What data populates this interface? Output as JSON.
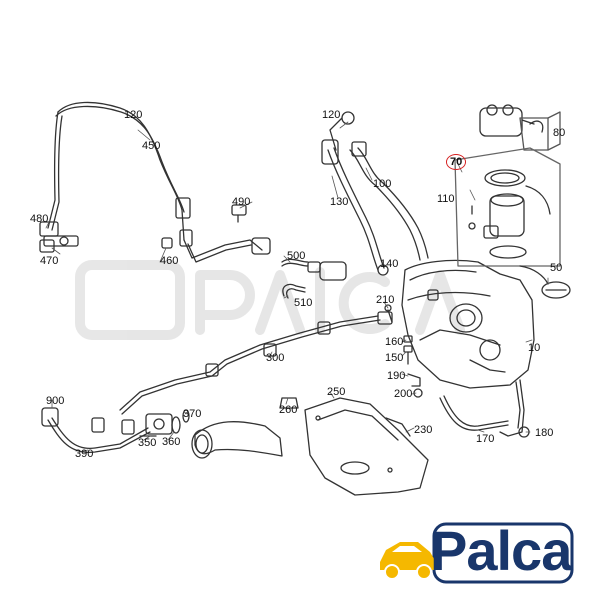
{
  "diagram": {
    "part_numbers": [
      {
        "key": "n10",
        "text": "10"
      },
      {
        "key": "n50",
        "text": "50"
      },
      {
        "key": "n70",
        "text": "70"
      },
      {
        "key": "n80",
        "text": "80"
      },
      {
        "key": "n100",
        "text": "100"
      },
      {
        "key": "n110",
        "text": "110"
      },
      {
        "key": "n120",
        "text": "120"
      },
      {
        "key": "n130",
        "text": "130"
      },
      {
        "key": "n140",
        "text": "140"
      },
      {
        "key": "n150",
        "text": "150"
      },
      {
        "key": "n160",
        "text": "160"
      },
      {
        "key": "n170",
        "text": "170"
      },
      {
        "key": "n180",
        "text": "180"
      },
      {
        "key": "n190",
        "text": "190"
      },
      {
        "key": "n200",
        "text": "200"
      },
      {
        "key": "n210",
        "text": "210"
      },
      {
        "key": "n230",
        "text": "230"
      },
      {
        "key": "n250",
        "text": "250"
      },
      {
        "key": "n260",
        "text": "260"
      },
      {
        "key": "n300",
        "text": "300"
      },
      {
        "key": "n350",
        "text": "350"
      },
      {
        "key": "n360",
        "text": "360"
      },
      {
        "key": "n370",
        "text": "370"
      },
      {
        "key": "n390",
        "text": "390"
      },
      {
        "key": "n450",
        "text": "450"
      },
      {
        "key": "n460",
        "text": "460"
      },
      {
        "key": "n470",
        "text": "470"
      },
      {
        "key": "n480",
        "text": "480"
      },
      {
        "key": "n490",
        "text": "490"
      },
      {
        "key": "n500",
        "text": "500"
      },
      {
        "key": "n510",
        "text": "510"
      },
      {
        "key": "n900",
        "text": "900"
      }
    ],
    "highlighted_part": "70"
  },
  "brand": {
    "logo_text": "Palca",
    "primary_color": "#19366b",
    "accent_color": "#f5b800",
    "highlight_color": "#d62020"
  }
}
